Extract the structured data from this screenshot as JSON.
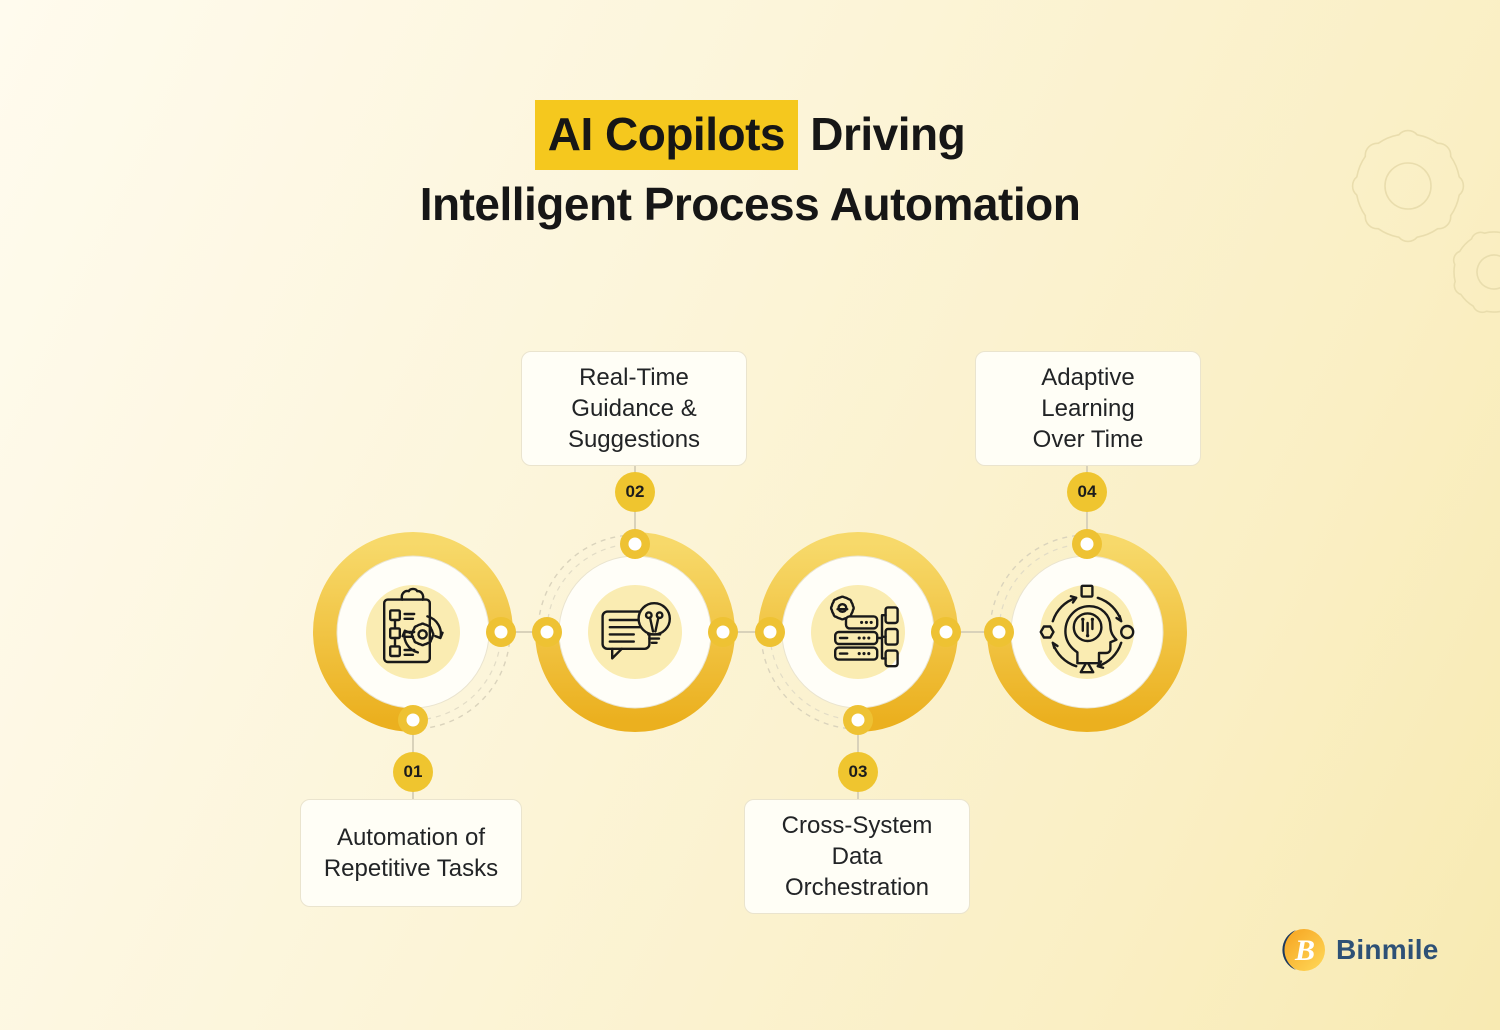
{
  "title": {
    "highlight": "AI Copilots",
    "line1_rest": " Driving",
    "line2": "Intelligent Process Automation"
  },
  "steps": [
    {
      "number": "01",
      "label": "Automation of\nRepetitive Tasks",
      "icon": "clipboard-gear-icon"
    },
    {
      "number": "02",
      "label": "Real-Time\nGuidance &\nSuggestions",
      "icon": "chat-lightbulb-icon"
    },
    {
      "number": "03",
      "label": "Cross-System\nData\nOrchestration",
      "icon": "gear-server-flow-icon"
    },
    {
      "number": "04",
      "label": "Adaptive\nLearning\nOver Time",
      "icon": "head-cycle-icon"
    }
  ],
  "branding": {
    "logo_text": "Binmile"
  },
  "colors": {
    "accent_yellow": "#EFC52F",
    "highlight_yellow": "#F5C81E",
    "ring_gradient_top": "#F7D96A",
    "ring_gradient_bottom": "#EBB01F",
    "inner_tint": "#FAECB2",
    "background_light": "#FFFBEE",
    "background_dark": "#F8EAB2",
    "connector_line": "#D9D2BA",
    "card_background": "#FFFEF6",
    "logo_navy": "#2E5176",
    "text_dark": "#1C1C1C"
  }
}
